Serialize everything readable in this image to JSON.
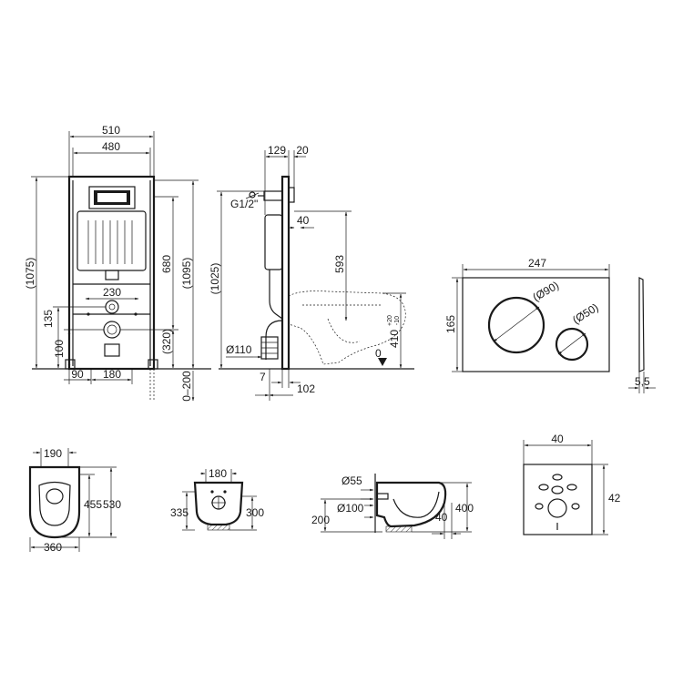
{
  "frame_front": {
    "dims": {
      "width_outer": "510",
      "width_inner": "480",
      "height_left": "(1075)",
      "height_right": "(1095)",
      "height_mid": "680",
      "bottom_height": "(320)",
      "pipe_width": "230",
      "left_h1": "135",
      "left_h2": "100",
      "foot_offset": "90",
      "foot_span": "180",
      "adjust": "0–200"
    }
  },
  "frame_side": {
    "dims": {
      "depth_top": "129",
      "depth_panel": "20",
      "thread": "G1/2\"",
      "offset_40": "40",
      "height_593": "593",
      "height_total": "(1025)",
      "drain_d": "Ø110",
      "bowl_height_main": "410",
      "bowl_tol_plus": "+20",
      "bowl_tol_minus": "-10",
      "small_gap": "7",
      "offset_102": "102",
      "zero": "0"
    }
  },
  "button_plate": {
    "dims": {
      "width": "247",
      "height": "165",
      "big_d": "(Ø90)",
      "small_d": "(Ø50)",
      "thickness": "5,5"
    }
  },
  "toilet_top": {
    "dims": {
      "seat_w": "190",
      "inner_l": "455",
      "outer_l": "530",
      "width": "360"
    }
  },
  "toilet_back": {
    "dims": {
      "span": "180",
      "h_left": "335",
      "h_right": "300"
    }
  },
  "toilet_side": {
    "dims": {
      "d55": "Ø55",
      "d100": "Ø100",
      "h200": "200",
      "h400": "400",
      "d40": "40"
    }
  },
  "plate_template": {
    "dims": {
      "width": "40",
      "height": "42"
    }
  }
}
